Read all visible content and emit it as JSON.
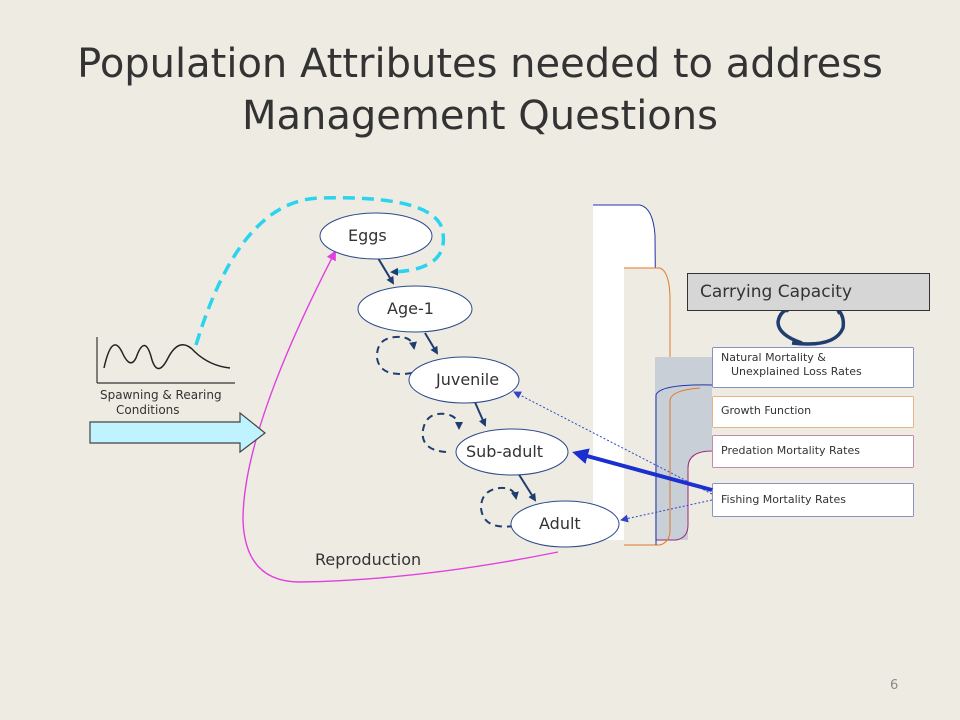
{
  "title_line1": "Population Attributes needed to address",
  "title_line2": "Management Questions",
  "nodes": {
    "eggs": "Eggs",
    "age1": "Age-1",
    "juvenile": "Juvenile",
    "subadult": "Sub-adult",
    "adult": "Adult"
  },
  "spawning_label_1": "Spawning & Rearing",
  "spawning_label_2": "Conditions",
  "reproduction_label": "Reproduction",
  "carrying_capacity": "Carrying Capacity",
  "right_boxes": {
    "natural_1": "Natural Mortality &",
    "natural_2": "Unexplained Loss Rates",
    "growth": "Growth Function",
    "predation": "Predation Mortality Rates",
    "fishing": "Fishing Mortality Rates"
  },
  "page_number": "6",
  "colors": {
    "background": "#eeebe3",
    "node_border": "#2b4a8a",
    "navy_arrow": "#1f3d6e",
    "dashed_cyan": "#2ad4ee",
    "magenta": "#e040e0",
    "fishing_arrow": "#1a2fd0",
    "natural_border": "#2233aa",
    "growth_border": "#e07a2a",
    "predation_border": "#9a2a7a",
    "fishing_border": "#2a3aa0",
    "spawning_arrow_fill": "#bff3ff"
  }
}
